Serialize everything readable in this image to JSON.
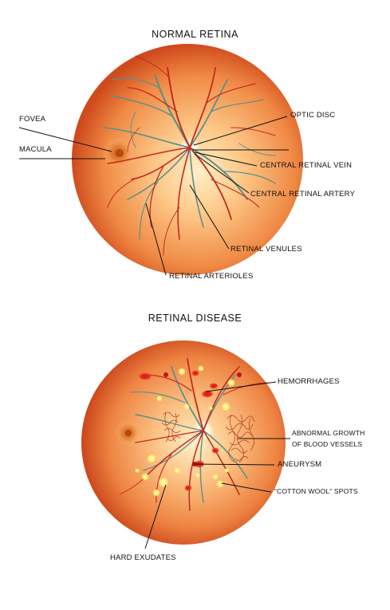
{
  "normal": {
    "title": "NORMAL RETINA",
    "labels": {
      "fovea": "FOVEA",
      "macula": "MACULA",
      "optic_disc": "OPTIC DISC",
      "central_retinal_vein": "CENTRAL RETINAL VEIN",
      "central_retinal_artery": "CENTRAL RETINAL ARTERY",
      "retinal_venules": "RETINAL VENULES",
      "retinal_arterioles": "RETINAL ARTERIOLES"
    }
  },
  "disease": {
    "title": "RETINAL DISEASE",
    "labels": {
      "hemorrhages": "HEMORRHAGES",
      "abnormal_growth_line1": "ABNORMAL GROWTH",
      "abnormal_growth_line2": "OF BLOOD VESSELS",
      "aneurysm": "ANEURYSM",
      "cotton_wool": "“COTTON WOOL” SPOTS",
      "hard_exudates": "HARD EXUDATES"
    }
  },
  "colors": {
    "retina_center": "#ffe3b0",
    "retina_mid": "#f7a35a",
    "retina_edge": "#d2501e",
    "artery": "#c8201e",
    "vein": "#5a8a86",
    "exudate": "#fff27a",
    "hemorrhage": "#d8121e"
  }
}
